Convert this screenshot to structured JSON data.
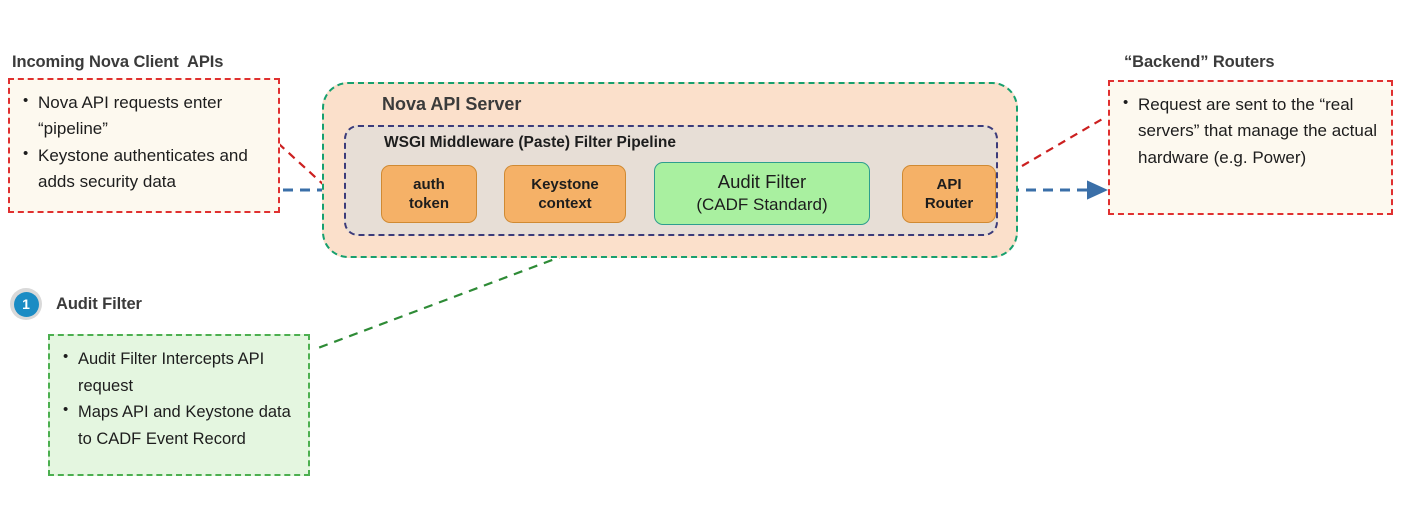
{
  "left_callout": {
    "heading": "Incoming Nova Client  APIs",
    "bullets": [
      "Nova API requests enter “pipeline”",
      "Keystone authenticates and adds security data"
    ],
    "border_color": "#e03030",
    "fill_color": "#fdf9ef"
  },
  "right_callout": {
    "heading": "“Backend” Routers",
    "bullets": [
      "Request are sent to the “real servers” that manage the actual hardware (e.g. Power)"
    ],
    "border_color": "#e03030",
    "fill_color": "#fdf9ef"
  },
  "bottom_callout": {
    "badge_number": "1",
    "badge_color": "#1b8cc4",
    "heading": "Audit Filter",
    "bullets": [
      "Audit Filter Intercepts API request",
      "Maps API and Keystone data to CADF Event Record"
    ],
    "border_color": "#4caf50",
    "fill_color": "#e4f6e0"
  },
  "server": {
    "title": "Nova API Server",
    "border_color": "#17a06e",
    "fill_color": "#fbe0cb",
    "panel": {
      "title": "WSGI Middleware (Paste) Filter Pipeline",
      "border_color": "#3b3b7a",
      "fill_color": "#e7ded6"
    },
    "stages": [
      {
        "id": "auth-token",
        "line1": "auth",
        "line2": "token",
        "color": "#f5b167",
        "border": "#d08a33",
        "type": "orange"
      },
      {
        "id": "keystone-context",
        "line1": "Keystone",
        "line2": "context",
        "color": "#f5b167",
        "border": "#d08a33",
        "type": "orange"
      },
      {
        "id": "audit-filter",
        "line1": "Audit Filter",
        "line2": "(CADF Standard)",
        "color": "#a9f0a0",
        "border": "#2e9e8e",
        "type": "green"
      },
      {
        "id": "api-router",
        "line1": "API",
        "line2": "Router",
        "color": "#f5b167",
        "border": "#d08a33",
        "type": "orange"
      }
    ]
  },
  "connectors": {
    "flow_arrow_color": "#3a6fa8",
    "leader_red_color": "#cc2020",
    "leader_green_color": "#2e8b36"
  }
}
